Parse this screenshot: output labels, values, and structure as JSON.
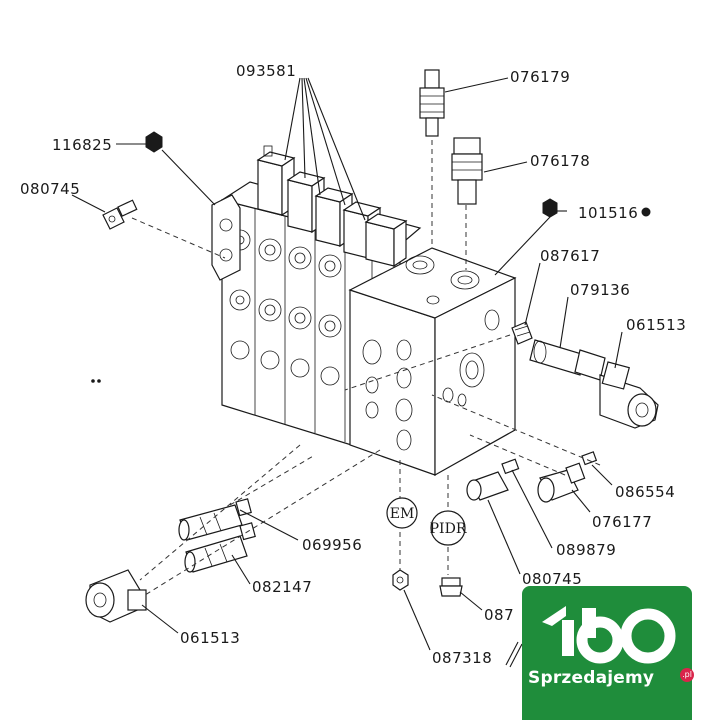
{
  "labels": {
    "p093581": "093581",
    "p076179": "076179",
    "p116825": "116825",
    "p076178": "076178",
    "p080745_top": "080745",
    "p101516": "101516",
    "p087617": "087617",
    "p079136": "079136",
    "p061513_right": "061513",
    "p086554": "086554",
    "p076177": "076177",
    "p069956": "069956",
    "p089879": "089879",
    "p082147": "082147",
    "p080745_bottom": "080745",
    "p061513_left": "061513",
    "p087_partial": "087",
    "p087318": "087318",
    "circle_em": "EM",
    "circle_pidr": "PIDR"
  },
  "watermark": {
    "brand": "Sprzedajemy",
    "suffix": ".pl",
    "color": "#1f8d3b"
  }
}
